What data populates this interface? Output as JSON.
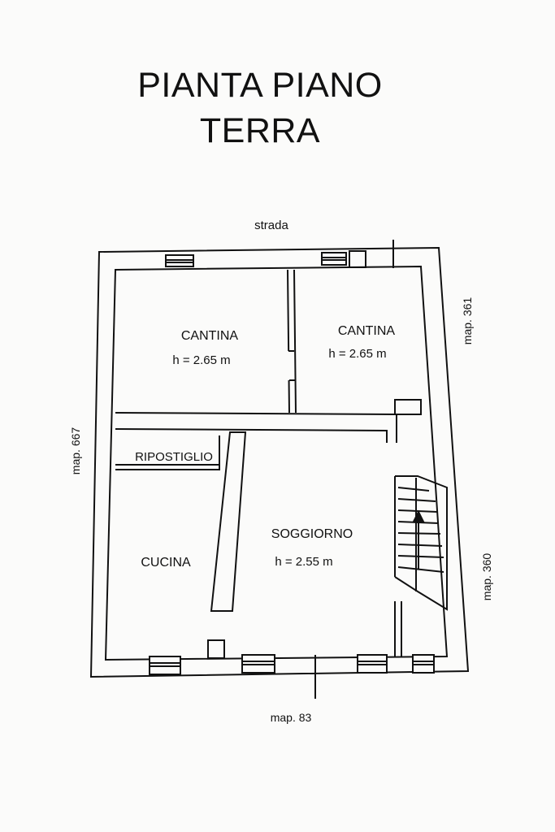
{
  "header": {
    "title_line1": "PIANTA PIANO",
    "title_line2": "TERRA"
  },
  "plan": {
    "street_label": "strada",
    "boundaries": {
      "top_right": "map. 361",
      "left": "map. 667",
      "right": "map. 360",
      "bottom": "map. 83"
    },
    "rooms": [
      {
        "name": "CANTINA",
        "height": "h = 2.65 m"
      },
      {
        "name": "CANTINA",
        "height": "h = 2.65 m"
      },
      {
        "name": "RIPOSTIGLIO"
      },
      {
        "name": "CUCINA"
      },
      {
        "name": "SOGGIORNO",
        "height": "h = 2.55 m"
      }
    ]
  }
}
